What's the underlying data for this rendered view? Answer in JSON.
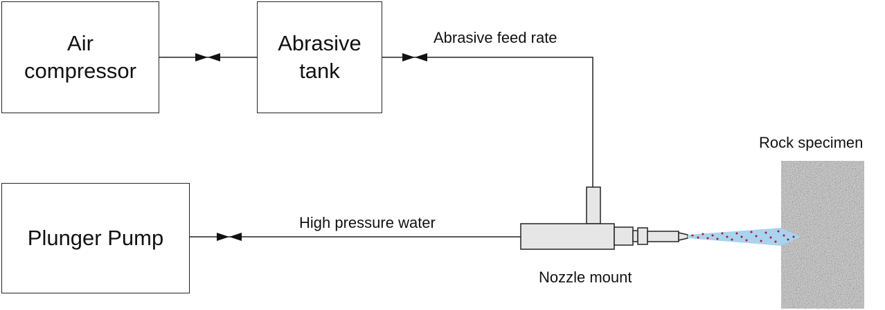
{
  "blocks": {
    "air_compressor": {
      "line1": "Air",
      "line2": "compressor"
    },
    "abrasive_tank": {
      "line1": "Abrasive",
      "line2": "tank"
    },
    "plunger_pump": {
      "label": "Plunger Pump"
    }
  },
  "labels": {
    "abrasive_feed_rate": "Abrasive feed rate",
    "high_pressure_water": "High pressure water",
    "nozzle_mount": "Nozzle mount",
    "rock_specimen": "Rock specimen"
  },
  "colors": {
    "line": "#222222",
    "nozzle_fill": "#e6e6e6",
    "jet": "#a9d3ef",
    "abrasive_dots": "#b01030",
    "rock_base": "#b8b8b8"
  }
}
